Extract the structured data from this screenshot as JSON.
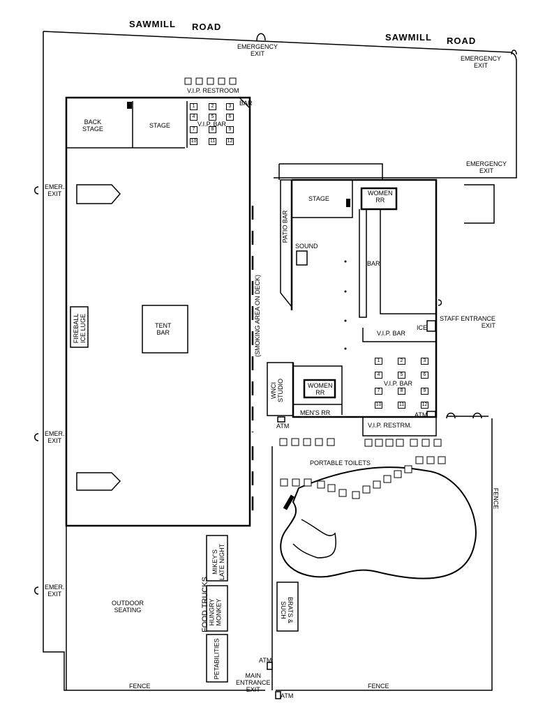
{
  "roads": {
    "sawmill_left": "SAWMILL",
    "road_left": "ROAD",
    "sawmill_right": "SAWMILL",
    "road_right": "ROAD"
  },
  "exits": {
    "emergency_top_mid": "EMERGENCY\nEXIT",
    "emergency_top_right": "EMERGENCY\nEXIT",
    "emergency_right": "EMERGENCY\nEXIT",
    "emer_left_1": "EMER.\nEXIT",
    "emer_left_2": "EMER.\nEXIT",
    "emer_left_3": "EMER.\nEXIT",
    "staff_entrance": "STAFF ENTRANCE\nEXIT",
    "main_entrance": "MAIN\nENTRANCE\nEXIT"
  },
  "tent": {
    "back_stage": "BACK\nSTAGE",
    "stage": "STAGE",
    "vip_bar": "V.I.P. BAR",
    "vip_restroom": "V.I.P.  RESTROOM",
    "bar": "BAR",
    "tent_bar": "TENT\nBAR",
    "fireball": "FIREBALL\nICE LUGE",
    "vip_tables": [
      "1",
      "2",
      "3",
      "4",
      "5",
      "6",
      "7",
      "8",
      "9",
      "10",
      "11",
      "12"
    ]
  },
  "building": {
    "stage": "STAGE",
    "women_rr_top": "WOMEN\nRR",
    "patio_bar": "PATIO BAR",
    "sound": "SOUND",
    "bar": "BAR",
    "smoking": "(SMOKING AREA ON DECK)",
    "vip_bar_top": "V.I.P.  BAR",
    "ice": "ICE",
    "vip_bar_lower": "V.I.P.  BAR",
    "women_rr": "WOMEN\nRR",
    "mens_rr": "MEN'S RR",
    "wnci": "WNCI\nSTUDIO",
    "atm_left": "ATM",
    "atm_right": "ATM",
    "vip_restrm": "V.I.P.  RESTRM.",
    "vip_tables": [
      "1",
      "2",
      "3",
      "4",
      "5",
      "6",
      "7",
      "8",
      "9",
      "10",
      "11",
      "12"
    ]
  },
  "grounds": {
    "portable_toilets": "PORTABLE TOILETS",
    "fence_right": "FENCE",
    "fence_bottom_left": "FENCE",
    "fence_bottom_right": "FENCE",
    "outdoor_seating": "OUTDOOR\nSEATING",
    "food_trucks": "FOOD TRUCKS",
    "mikeys": "MIKEY'S\nLATE NIGHT",
    "hungry_monkey": "HUNGRY\nMONKEY",
    "petabilities": "PETABILITIES",
    "brats": "BRATS &\nSUCH",
    "atm_main": "ATM",
    "atm_bottom": "ATM"
  }
}
